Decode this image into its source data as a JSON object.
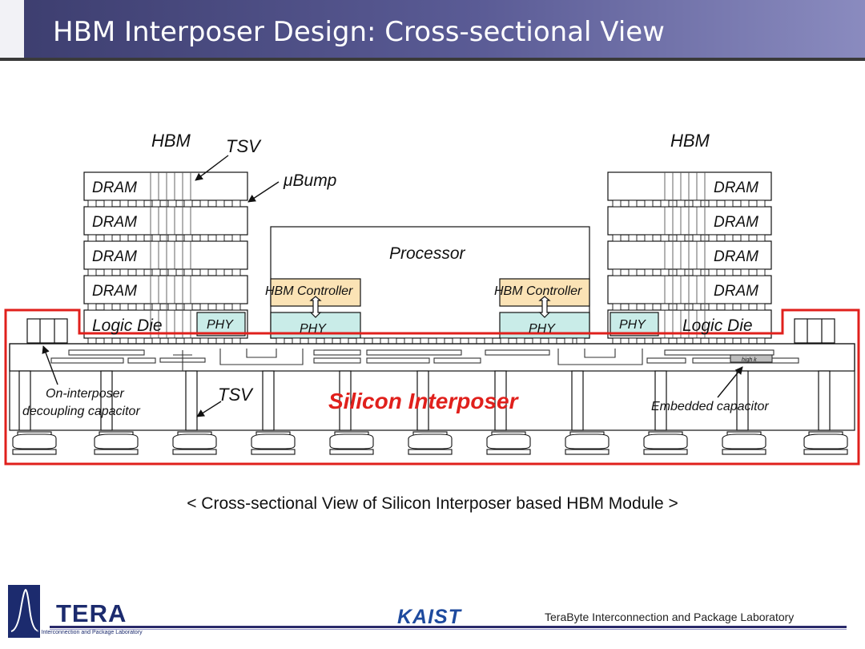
{
  "slide": {
    "title": "HBM Interposer Design: Cross-sectional View",
    "caption": "< Cross-sectional View of Silicon Interposer based HBM Module >"
  },
  "diagram": {
    "hbm_label": "HBM",
    "tsv_label": "TSV",
    "ubump_label": "μBump",
    "dram_labels": [
      "DRAM",
      "DRAM",
      "DRAM",
      "DRAM"
    ],
    "logic_die_label": "Logic Die",
    "phy_label": "PHY",
    "processor_label": "Processor",
    "hbm_controller_label": "HBM Controller",
    "silicon_interposer_label": "Silicon Interposer",
    "decap_label_line1": "On-interposer",
    "decap_label_line2": "decoupling capacitor",
    "embedded_cap_label": "Embedded capacitor",
    "high_k_label": "high k"
  },
  "footer": {
    "logo_text": "TERA",
    "logo_subtext": "TeraByte Interconnection and Package Laboratory",
    "university": "KAIST",
    "lab_name": "TeraByte Interconnection and Package Laboratory"
  },
  "colors": {
    "header_dark": "#3c3d6e",
    "interposer_outline": "#e0201c",
    "controller_fill": "#fbe3b5",
    "phy_fill": "#c9ece8"
  }
}
